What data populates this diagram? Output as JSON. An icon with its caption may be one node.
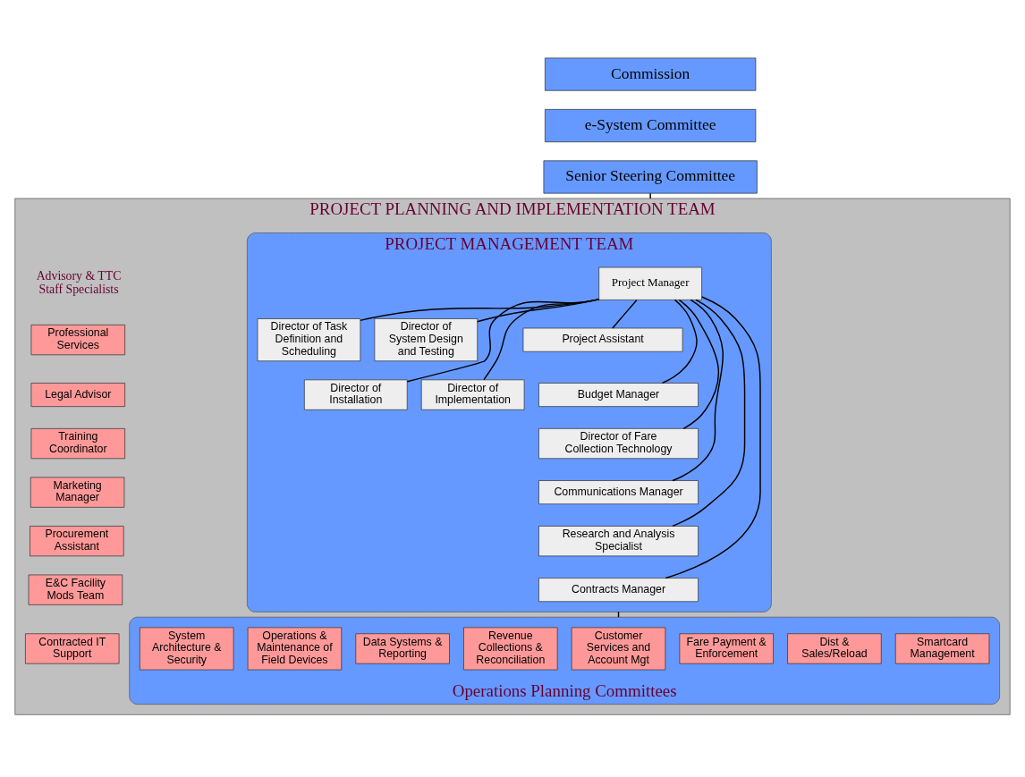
{
  "diagram": {
    "nodes": [
      {
        "text": [
          "Commission"
        ]
      },
      {
        "text": [
          "e-System Committee"
        ]
      },
      {
        "text": [
          "Senior Steering Committee"
        ]
      },
      {
        "text": [
          "PROJECT PLANNING AND IMPLEMENTATION TEAM"
        ]
      },
      {
        "text": [
          "Professional Services"
        ],
        "in": 3
      },
      {
        "text": [
          "Legal Advisor"
        ],
        "in": 3
      },
      {
        "text": [
          "Training Coordinator"
        ],
        "in": 3
      },
      {
        "text": [
          "Marketing Manager"
        ],
        "in": 3
      },
      {
        "text": [
          "Procurement Assistant"
        ],
        "in": 3
      },
      {
        "text": [
          "E&C Facility Mods Team"
        ],
        "in": 3
      },
      {
        "text": [
          "Contracted IT Support"
        ],
        "in": 3
      },
      {
        "text": [
          "PROJECT MANAGEMENT TEAM"
        ],
        "in": 3
      },
      {
        "text": [
          "Project Manager"
        ],
        "in": 11
      },
      {
        "text": [
          "Director of Task Definition and Scheduling"
        ],
        "in": 11
      },
      {
        "text": [
          "Director of System Design and Testing"
        ],
        "in": 11
      },
      {
        "text": [
          "Director of Installation"
        ],
        "in": 11
      },
      {
        "text": [
          "Director of Implementation"
        ],
        "in": 11
      },
      {
        "text": [
          "Project Assistant"
        ],
        "in": 11
      },
      {
        "text": [
          "Budget Manager"
        ],
        "in": 11
      },
      {
        "text": [
          "Director of Fare Collection Technology"
        ],
        "in": 11
      },
      {
        "text": [
          "Communications Manager"
        ],
        "in": 11
      },
      {
        "text": [
          "Research and Analysis Specialist"
        ],
        "in": 11
      },
      {
        "text": [
          "Contracts Manager"
        ],
        "in": 11
      },
      {
        "text": [
          "Operations Planning Committees"
        ],
        "in": 3
      },
      {
        "text": [
          "Smartcard Management"
        ],
        "in": 23
      },
      {
        "text": [
          "Dist & Sales/Reload"
        ],
        "in": 23
      },
      {
        "text": [
          "Fare Payment & Enforcement"
        ],
        "in": 23
      },
      {
        "text": [
          "Customer Services and Account Mgt"
        ],
        "in": 23
      },
      {
        "text": [
          "Revenue Collections & Reconciliation"
        ],
        "in": 23
      },
      {
        "text": [
          "Data Systems & Reporting"
        ],
        "in": 23
      },
      {
        "text": [
          "Operations & Maintenance of Field Devices"
        ],
        "in": 23
      },
      {
        "text": [
          "System Architecture & Security"
        ],
        "in": 23
      }
    ],
    "edges": [
      {
        "from": 2,
        "to": 3,
        "arrow": "none"
      },
      {
        "from": 12,
        "to": 13,
        "arrow": "none"
      },
      {
        "from": 12,
        "to": 14,
        "arrow": "none"
      },
      {
        "from": 12,
        "to": 15,
        "arrow": "none"
      },
      {
        "from": 12,
        "to": 16,
        "arrow": "none"
      },
      {
        "from": 12,
        "to": 17,
        "arrow": "none"
      },
      {
        "from": 12,
        "to": 18,
        "arrow": "none"
      },
      {
        "from": 12,
        "to": 19,
        "arrow": "none"
      },
      {
        "from": 12,
        "to": 20,
        "arrow": "none"
      },
      {
        "from": 12,
        "to": 21,
        "arrow": "none"
      },
      {
        "from": 12,
        "to": 22,
        "arrow": "none"
      },
      {
        "from": 11,
        "to": 23,
        "arrow": "none"
      }
    ],
    "labels": [
      "Advisory & TTC Staff Specialists"
    ]
  }
}
